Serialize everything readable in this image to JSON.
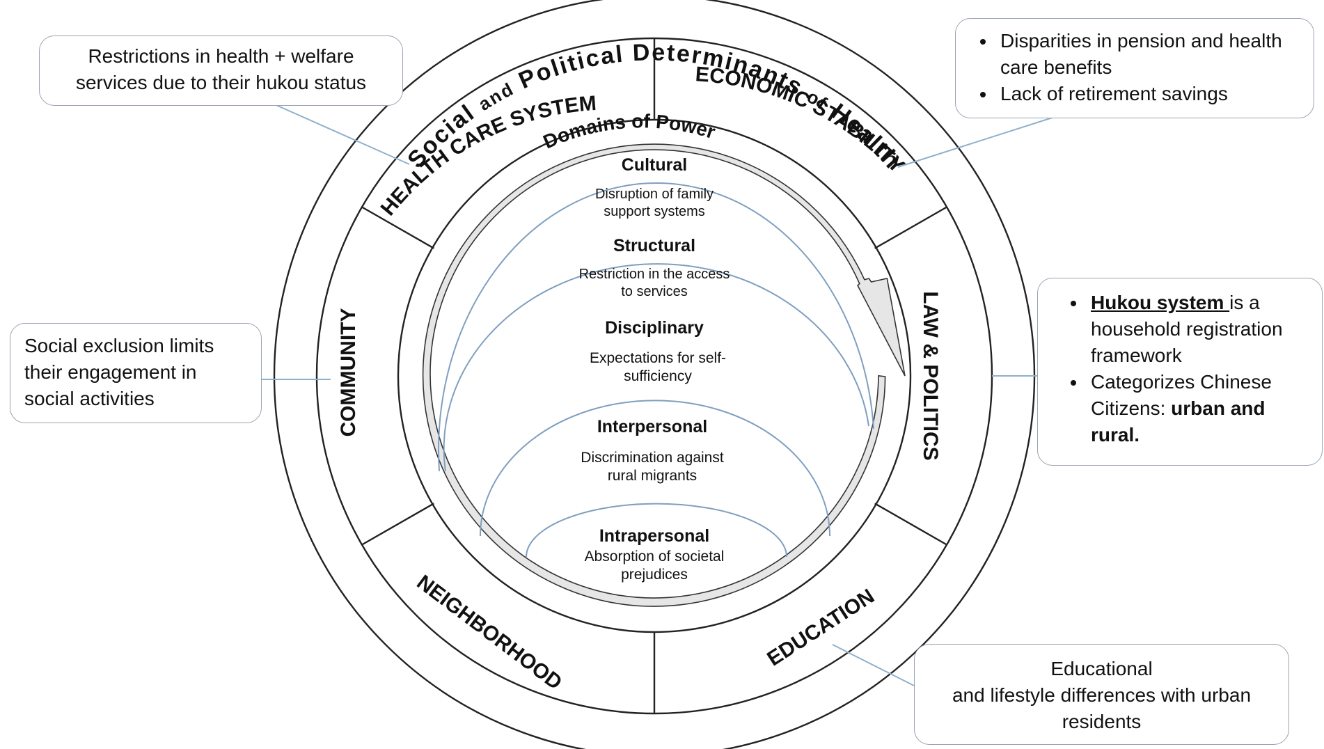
{
  "outer_ring": {
    "words": [
      "Social",
      "and",
      "Political",
      "Determinants",
      "of",
      "Health"
    ]
  },
  "inner_title": {
    "words": [
      "Domains",
      "of",
      "Power"
    ]
  },
  "sectors": {
    "health_care_system": "HEALTH CARE SYSTEM",
    "economic_stability": "ECONOMIC STABILITY",
    "law_politics": "LAW & POLITICS",
    "education": "EDUCATION",
    "neighborhood": "NEIGHBORHOOD",
    "community": "COMMUNITY"
  },
  "domains": [
    {
      "title": "Cultural",
      "desc1": "Disruption of family",
      "desc2": "support systems"
    },
    {
      "title": "Structural",
      "desc1": "Restriction in the access",
      "desc2": "to services"
    },
    {
      "title": "Disciplinary",
      "desc1": "Expectations for self-",
      "desc2": "sufficiency"
    },
    {
      "title": "Interpersonal",
      "desc1": "Discrimination against",
      "desc2": "rural migrants"
    },
    {
      "title": "Intrapersonal",
      "desc1": "Absorption of societal",
      "desc2": "prejudices"
    }
  ],
  "callouts": {
    "health_care": {
      "line1": "Restrictions in health + welfare",
      "line2": "services due to their hukou status"
    },
    "economic": {
      "bullet1": "Disparities in pension and health care benefits",
      "bullet2": "Lack of retirement savings"
    },
    "community": {
      "line1": "Social exclusion limits",
      "line2": "their engagement in",
      "line3": "social activities"
    },
    "hukou": {
      "term": "Hukou system ",
      "bullet1_rest": "is a household registration framework",
      "bullet2_pre": "Categorizes Chinese Citizens: ",
      "bullet2_bold": "urban and rural."
    },
    "education": {
      "line1": "Educational",
      "line2": "and lifestyle differences with urban",
      "line3": "residents"
    }
  },
  "colors": {
    "arrow_fill": "#e6e6e6",
    "arc_line": "#7f9fbf",
    "connector": "#8fb0cc",
    "callout_border": "#9aa3b1"
  }
}
